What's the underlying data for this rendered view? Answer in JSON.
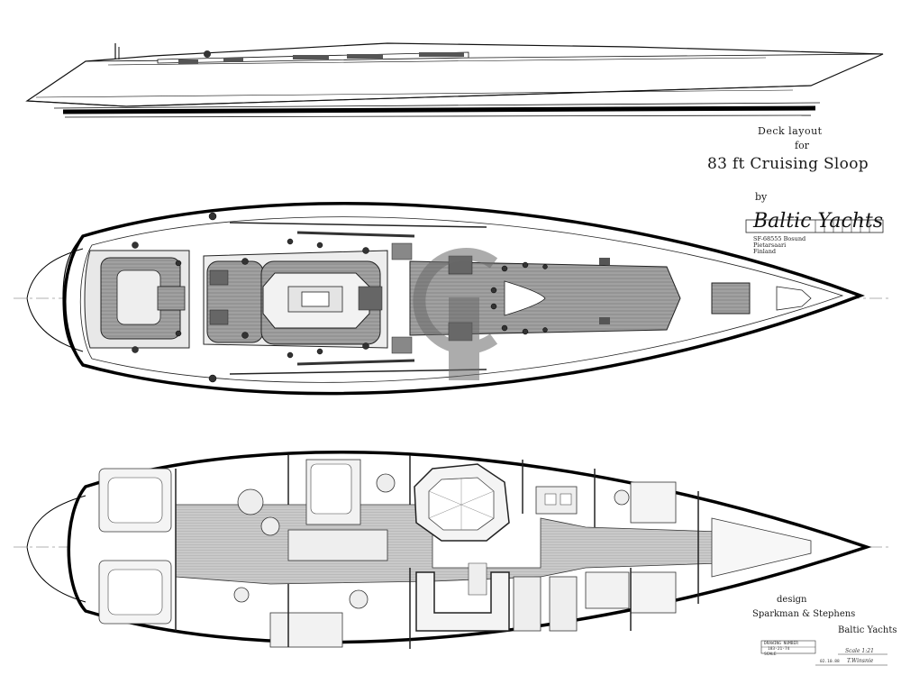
{
  "drawing": {
    "heading_line1": "Deck layout",
    "heading_line2": "for",
    "title": "83 ft Cruising Sloop",
    "by_label": "by",
    "builder_logo": "Baltic Yachts",
    "builder_address": "SF-68555 Bosund\nPietarsaari\nFinland",
    "design_label": "design",
    "designer": "Sparkman & Stephens",
    "builder_credit": "Baltic Yachts",
    "title_block": {
      "drawing_number_label": "DRAWING NUMBER",
      "drawing_number": "183-21-74",
      "scale_label": "SCALE",
      "scale": "Scale 1:21",
      "date": "02.10.88",
      "drawn_by": "T.Winsnie"
    }
  },
  "colors": {
    "line": "#111111",
    "teak": "#9a9a9a",
    "floor": "#c8c8c8",
    "watermark": "#777777"
  }
}
